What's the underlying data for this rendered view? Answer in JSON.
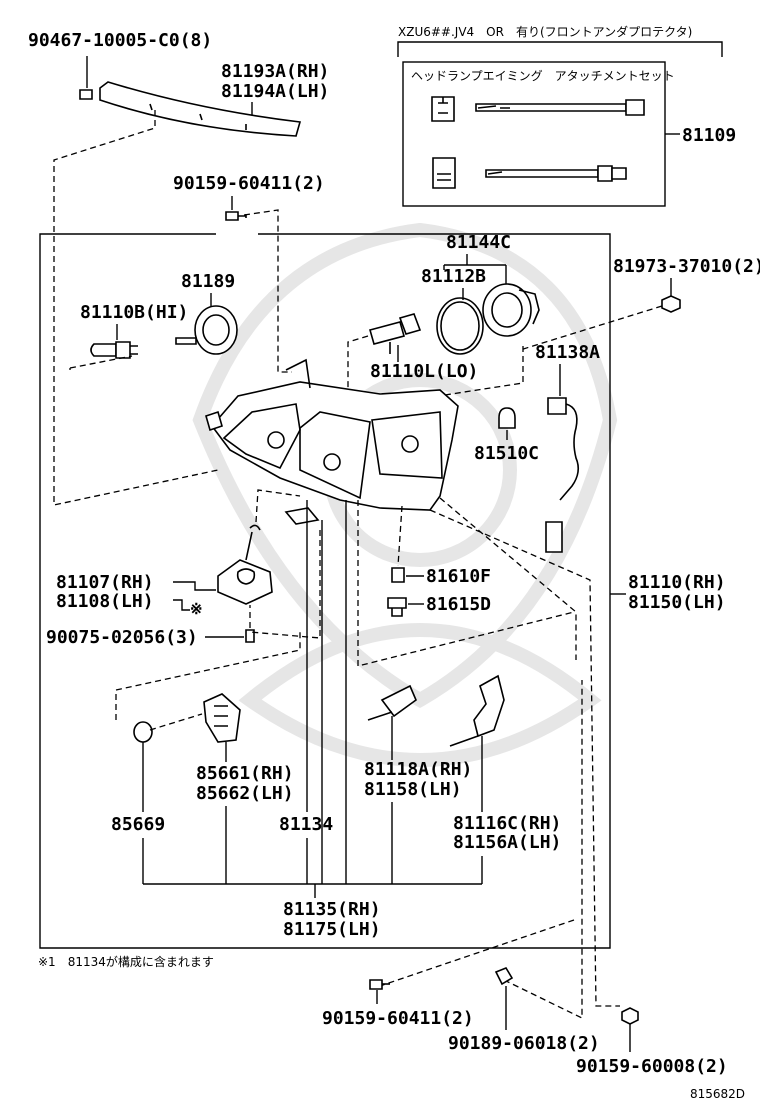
{
  "option_box": {
    "condition": "XZU6##.JV4　OR　有り(フロントアンダプロテクタ)",
    "inner_title": "ヘッドランプエイミング　アタッチメントセット"
  },
  "labels": {
    "p90467": "90467-10005-C0(8)",
    "p81193": "81193A(RH)",
    "p81194": "81194A(LH)",
    "p81109": "81109",
    "p90159_top": "90159-60411(2)",
    "p81144": "81144C",
    "p81112": "81112B",
    "p81973": "81973-37010(2)",
    "p81189": "81189",
    "p81110b": "81110B(HI)",
    "p81110l": "81110L(LO)",
    "p81138": "81138A",
    "p81510": "81510C",
    "p81107": "81107(RH)",
    "p81108": "81108(LH)",
    "mark": "※",
    "p81610": "81610F",
    "p81615": "81615D",
    "p81110": "81110(RH)",
    "p81150": "81150(LH)",
    "p90075": "90075-02056(3)",
    "p85661": "85661(RH)",
    "p85662": "85662(LH)",
    "p81118": "81118A(RH)",
    "p81158": "81158(LH)",
    "p85669": "85669",
    "p81134": "81134",
    "p81116": "81116C(RH)",
    "p81156": "81156A(LH)",
    "p81135": "81135(RH)",
    "p81175": "81175(LH)",
    "p90159_bot": "90159-60411(2)",
    "p90189": "90189-06018(2)",
    "p90159_60008": "90159-60008(2)",
    "diagram_no": "815682D"
  },
  "footnote": "※1　81134が構成に含まれます"
}
